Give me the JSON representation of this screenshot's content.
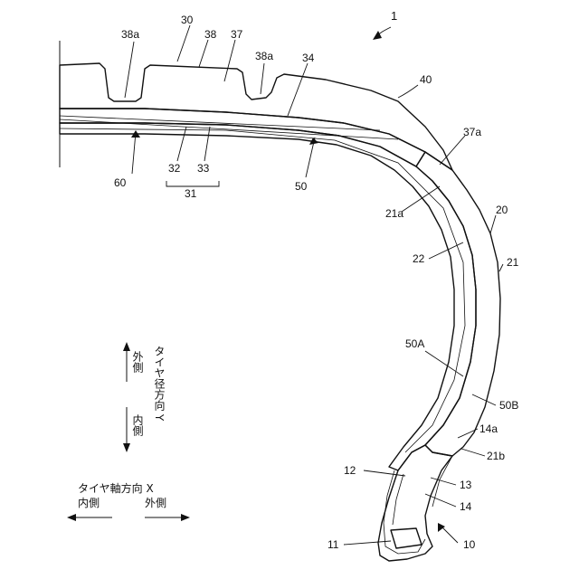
{
  "figure": {
    "title_ref": "1",
    "ref_labels": {
      "r30": "30",
      "r38": "38",
      "r37": "37",
      "r38a_left": "38a",
      "r38a_right": "38a",
      "r34": "34",
      "r40": "40",
      "r37a": "37a",
      "r20": "20",
      "r21": "21",
      "r21a": "21a",
      "r22": "22",
      "r50": "50",
      "r60": "60",
      "r32": "32",
      "r33": "33",
      "r31": "31",
      "r50A": "50A",
      "r50B": "50B",
      "r14a": "14a",
      "r21b": "21b",
      "r12": "12",
      "r13": "13",
      "r14": "14",
      "r11": "11",
      "r10": "10"
    },
    "radial_legend": {
      "outer": "外側",
      "direction_label": "タイヤ径方向 Y",
      "inner": "内側"
    },
    "axial_legend": {
      "direction_label": "タイヤ軸方向 X",
      "inner": "内側",
      "outer": "外側"
    },
    "colors": {
      "ink": "#111111",
      "paper": "#ffffff"
    }
  }
}
